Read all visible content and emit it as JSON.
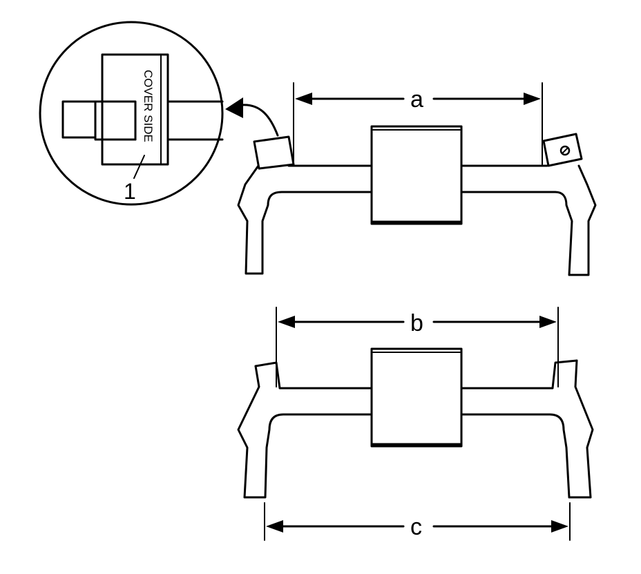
{
  "labels": {
    "dim_a": "a",
    "dim_b": "b",
    "dim_c": "c",
    "callout_1": "1",
    "cover_side": "COVER SIDE"
  },
  "colors": {
    "line": "#000000",
    "background": "#ffffff"
  }
}
